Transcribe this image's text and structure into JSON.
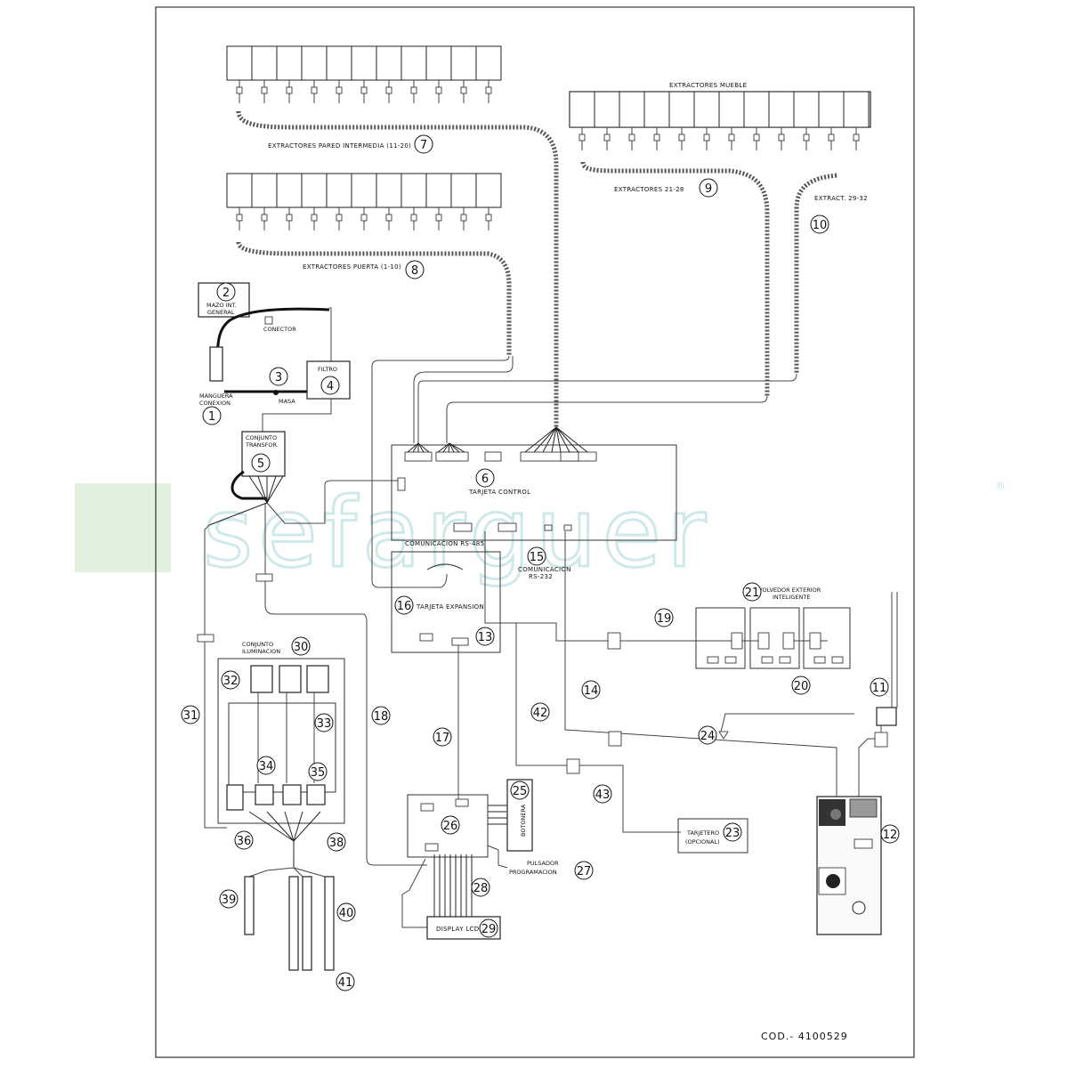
{
  "watermark": {
    "text": "sefarguer",
    "registered": "®"
  },
  "code": "COD.- 4100529",
  "labels": {
    "extractores_pared": "EXTRACTORES PARED INTERMEDIA (11-20)",
    "extractores_puerta": "EXTRACTORES PUERTA (1-10)",
    "extractores_mueble": "EXTRACTORES MUEBLE",
    "extractores_21_28": "EXTRACTORES 21-28",
    "extract_29_32": "EXTRACT. 29-32",
    "mazo_line1": "MAZO INT.",
    "mazo_line2": "GENERAL",
    "conector": "CONECTOR",
    "filtro": "FILTRO",
    "masa": "MASA",
    "manguera_line1": "MANGUERA",
    "manguera_line2": "CONEXION",
    "conjunto_transfor_line1": "CONJUNTO",
    "conjunto_transfor_line2": "TRANSFOR.",
    "tarjeta_control": "TARJETA CONTROL",
    "comunicacion_rs485": "COMUNICACION RS-485",
    "comunicacion_rs232_line1": "COMUNICACION",
    "comunicacion_rs232_line2": "RS-232",
    "tarjeta_expansion": "TARJETA EXPANSION",
    "devolvedor_line1": "DEVOLVEDOR EXTERIOR",
    "devolvedor_line2": "INTELIGENTE",
    "conjunto_iluminacion_line1": "CONJUNTO",
    "conjunto_iluminacion_line2": "ILUMINACION",
    "botonera": "BOTONERA",
    "pulsador_line1": "PULSADOR",
    "pulsador_line2": "PROGRAMACION",
    "display": "DISPLAY LCD",
    "tarjetero_line1": "TARJETERO",
    "tarjetero_line2": "(OPCIONAL)"
  },
  "callouts": [
    "1",
    "2",
    "3",
    "4",
    "5",
    "6",
    "7",
    "8",
    "9",
    "10",
    "11",
    "12",
    "13",
    "14",
    "15",
    "16",
    "17",
    "18",
    "19",
    "20",
    "21",
    "23",
    "24",
    "25",
    "26",
    "27",
    "28",
    "29",
    "30",
    "31",
    "32",
    "33",
    "34",
    "35",
    "36",
    "38",
    "39",
    "40",
    "41",
    "42",
    "43"
  ]
}
